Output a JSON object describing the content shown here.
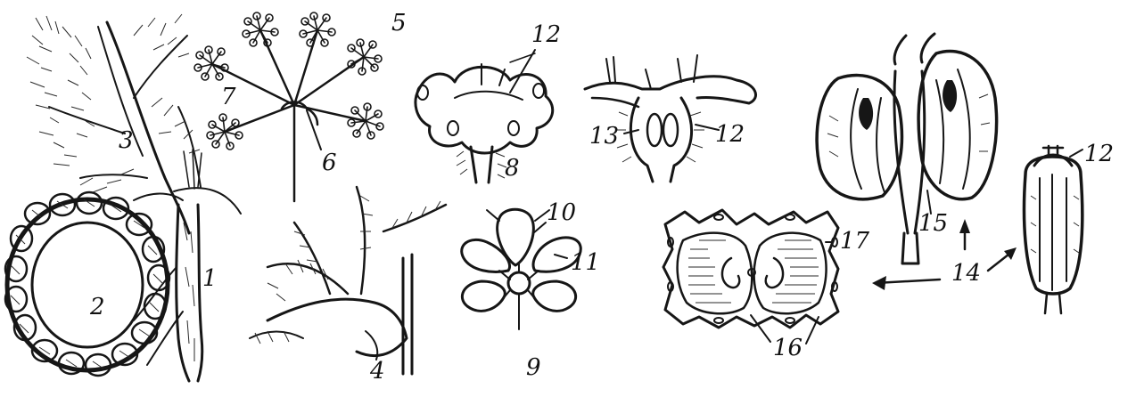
{
  "figure": {
    "labels": {
      "l1": "1",
      "l2": "2",
      "l3": "3",
      "l4": "4",
      "l5": "5",
      "l6": "6",
      "l7": "7",
      "l8": "8",
      "l9": "9",
      "l10": "10",
      "l11": "11",
      "l12a": "12",
      "l12b": "12",
      "l12c": "12",
      "l13": "13",
      "l14": "14",
      "l15": "15",
      "l16": "16",
      "l17": "17"
    }
  }
}
